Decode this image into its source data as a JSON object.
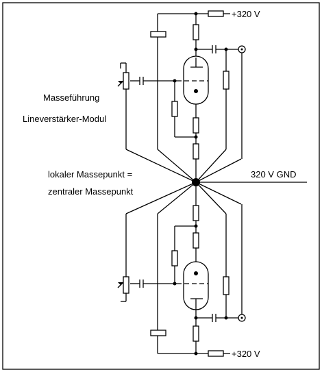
{
  "labels": {
    "supply_top": "+320 V",
    "supply_bottom": "+320 V",
    "gnd": "320 V GND",
    "ground_routing": "Masseführung",
    "module": "Lineverstärker-Modul",
    "local_ground_line1": "lokaler Massepunkt =",
    "local_ground_line2": "zentraler Massepunkt"
  }
}
